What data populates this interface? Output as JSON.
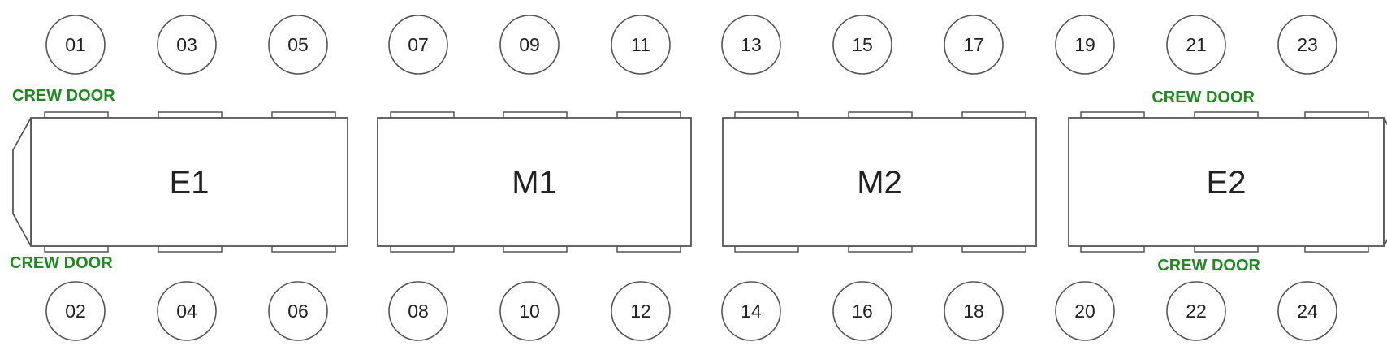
{
  "colors": {
    "outline": "#555555",
    "crew_label": "#1f8a1f",
    "text": "#222222"
  },
  "cars": [
    {
      "id": "E1",
      "label": "E1",
      "end_cab": "left"
    },
    {
      "id": "M1",
      "label": "M1",
      "end_cab": "none"
    },
    {
      "id": "M2",
      "label": "M2",
      "end_cab": "none"
    },
    {
      "id": "E2",
      "label": "E2",
      "end_cab": "right"
    }
  ],
  "doors": {
    "top": [
      "01",
      "03",
      "05",
      "07",
      "09",
      "11",
      "13",
      "15",
      "17",
      "19",
      "21",
      "23"
    ],
    "bottom": [
      "02",
      "04",
      "06",
      "08",
      "10",
      "12",
      "14",
      "16",
      "18",
      "20",
      "22",
      "24"
    ]
  },
  "crew_doors": {
    "top_left": "CREW DOOR",
    "top_right": "CREW DOOR",
    "bottom_left": "CREW DOOR",
    "bottom_right": "CREW DOOR"
  }
}
